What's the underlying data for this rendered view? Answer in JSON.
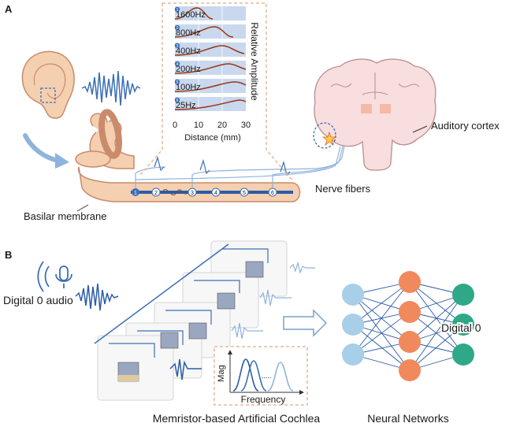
{
  "panelA": {
    "tag": "A",
    "inset": {
      "rows": [
        {
          "num": "1",
          "freq": "1600Hz"
        },
        {
          "num": "2",
          "freq": "800Hz"
        },
        {
          "num": "3",
          "freq": "400Hz"
        },
        {
          "num": "4",
          "freq": "200Hz"
        },
        {
          "num": "5",
          "freq": "100Hz"
        },
        {
          "num": "6",
          "freq": "25Hz"
        }
      ],
      "x_ticks": [
        "0",
        "10",
        "20",
        "30"
      ],
      "xlabel": "Distance (mm)",
      "ylabel": "Relative Amplitude"
    },
    "electrode_numbers": [
      "1",
      "2",
      "3",
      "4",
      "5",
      "6"
    ],
    "labels": {
      "auditory_cortex": "Auditory cortex",
      "nerve_fibers": "Nerve fibers",
      "basilar_membrane": "Basilar membrane"
    }
  },
  "panelB": {
    "tag": "B",
    "labels": {
      "digital_audio": "Digital 0 audio",
      "digital_out": "Digital 0",
      "cochlea": "Memristor-based Artificial Cochlea",
      "neural_networks": "Neural Networks"
    },
    "spectrum": {
      "ylabel": "Mag",
      "xlabel": "Frequency",
      "dots": "....."
    }
  },
  "colors": {
    "accent_blue": "#3b6fb6",
    "skin": "#f4cfb0",
    "dashed_frame": "#e8b89a",
    "inset_band": "#c9d8ee",
    "curve": "#9a3412",
    "input_node": "#a7cfe8",
    "hidden_node": "#f08a5d",
    "output_node": "#2ea886"
  }
}
